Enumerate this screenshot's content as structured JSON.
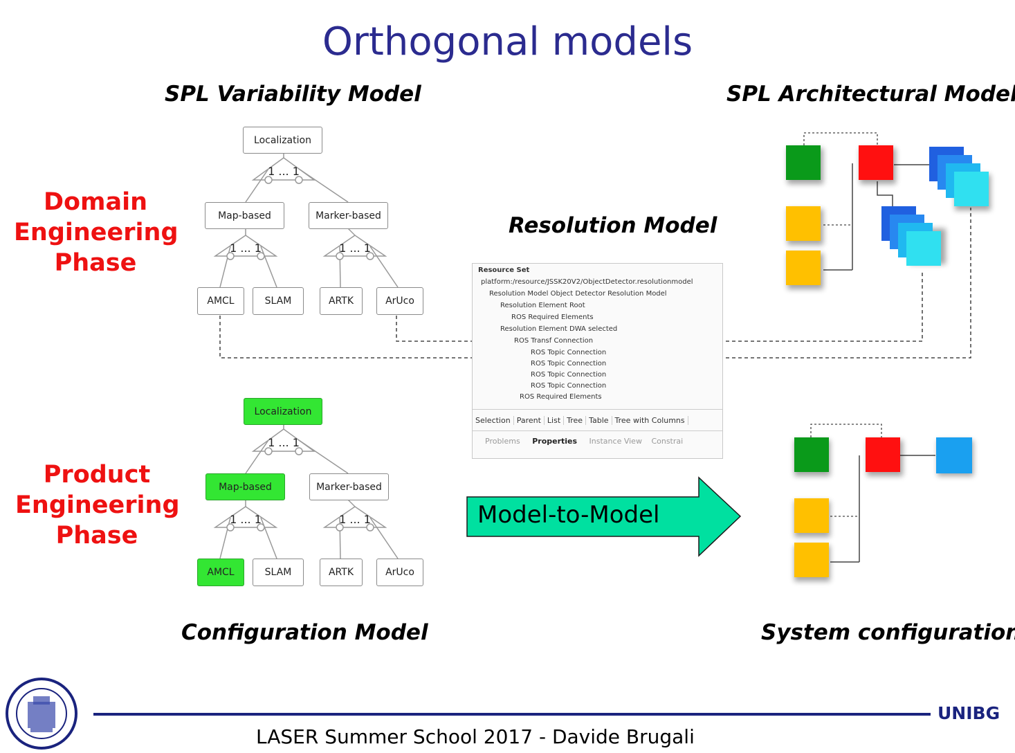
{
  "title": "Orthogonal models",
  "headings": {
    "variability": "SPL Variability Model",
    "architectural": "SPL Architectural Model",
    "resolution": "Resolution Model",
    "configuration": "Configuration Model",
    "system": "System configuration"
  },
  "phases": {
    "domain": [
      "Domain",
      "Engineering",
      "Phase"
    ],
    "product": [
      "Product",
      "Engineering",
      "Phase"
    ]
  },
  "feature_tree": {
    "root": "Localization",
    "cardinality": "1 ... 1",
    "groups": [
      "Map-based",
      "Marker-based"
    ],
    "leaves": [
      "AMCL",
      "SLAM",
      "ARTK",
      "ArUco"
    ]
  },
  "resolution_panel": {
    "rows": [
      "Resource Set",
      "platform:/resource/JSSK20V2/ObjectDetector.resolutionmodel",
      "Resolution Model Object Detector Resolution Model",
      "Resolution Element Root",
      "ROS Required Elements",
      "Resolution Element DWA selected",
      "ROS Transf Connection",
      "ROS Topic Connection",
      "ROS Topic Connection",
      "ROS Topic Connection",
      "ROS Topic Connection",
      "ROS Required Elements"
    ],
    "tabs": [
      "Selection",
      "Parent",
      "List",
      "Tree",
      "Table",
      "Tree with Columns"
    ],
    "bottom_tabs": [
      "Problems",
      "Properties",
      "Instance View",
      "Constrai"
    ]
  },
  "arrow_label": "Model-to-Model",
  "footer": "LASER Summer School 2017 - Davide Brugali",
  "brand": "UNIBG",
  "colors": {
    "title": "#2b2b8f",
    "phase": "#ee1111",
    "selected_feature": "#33e633",
    "arrow": "#00e0a0",
    "green_block": "#0a9a1a",
    "red_block": "#ff1010",
    "yellow_block": "#ffc000",
    "blue_block": "#1aa0f0",
    "footer_line": "#1a237e"
  }
}
